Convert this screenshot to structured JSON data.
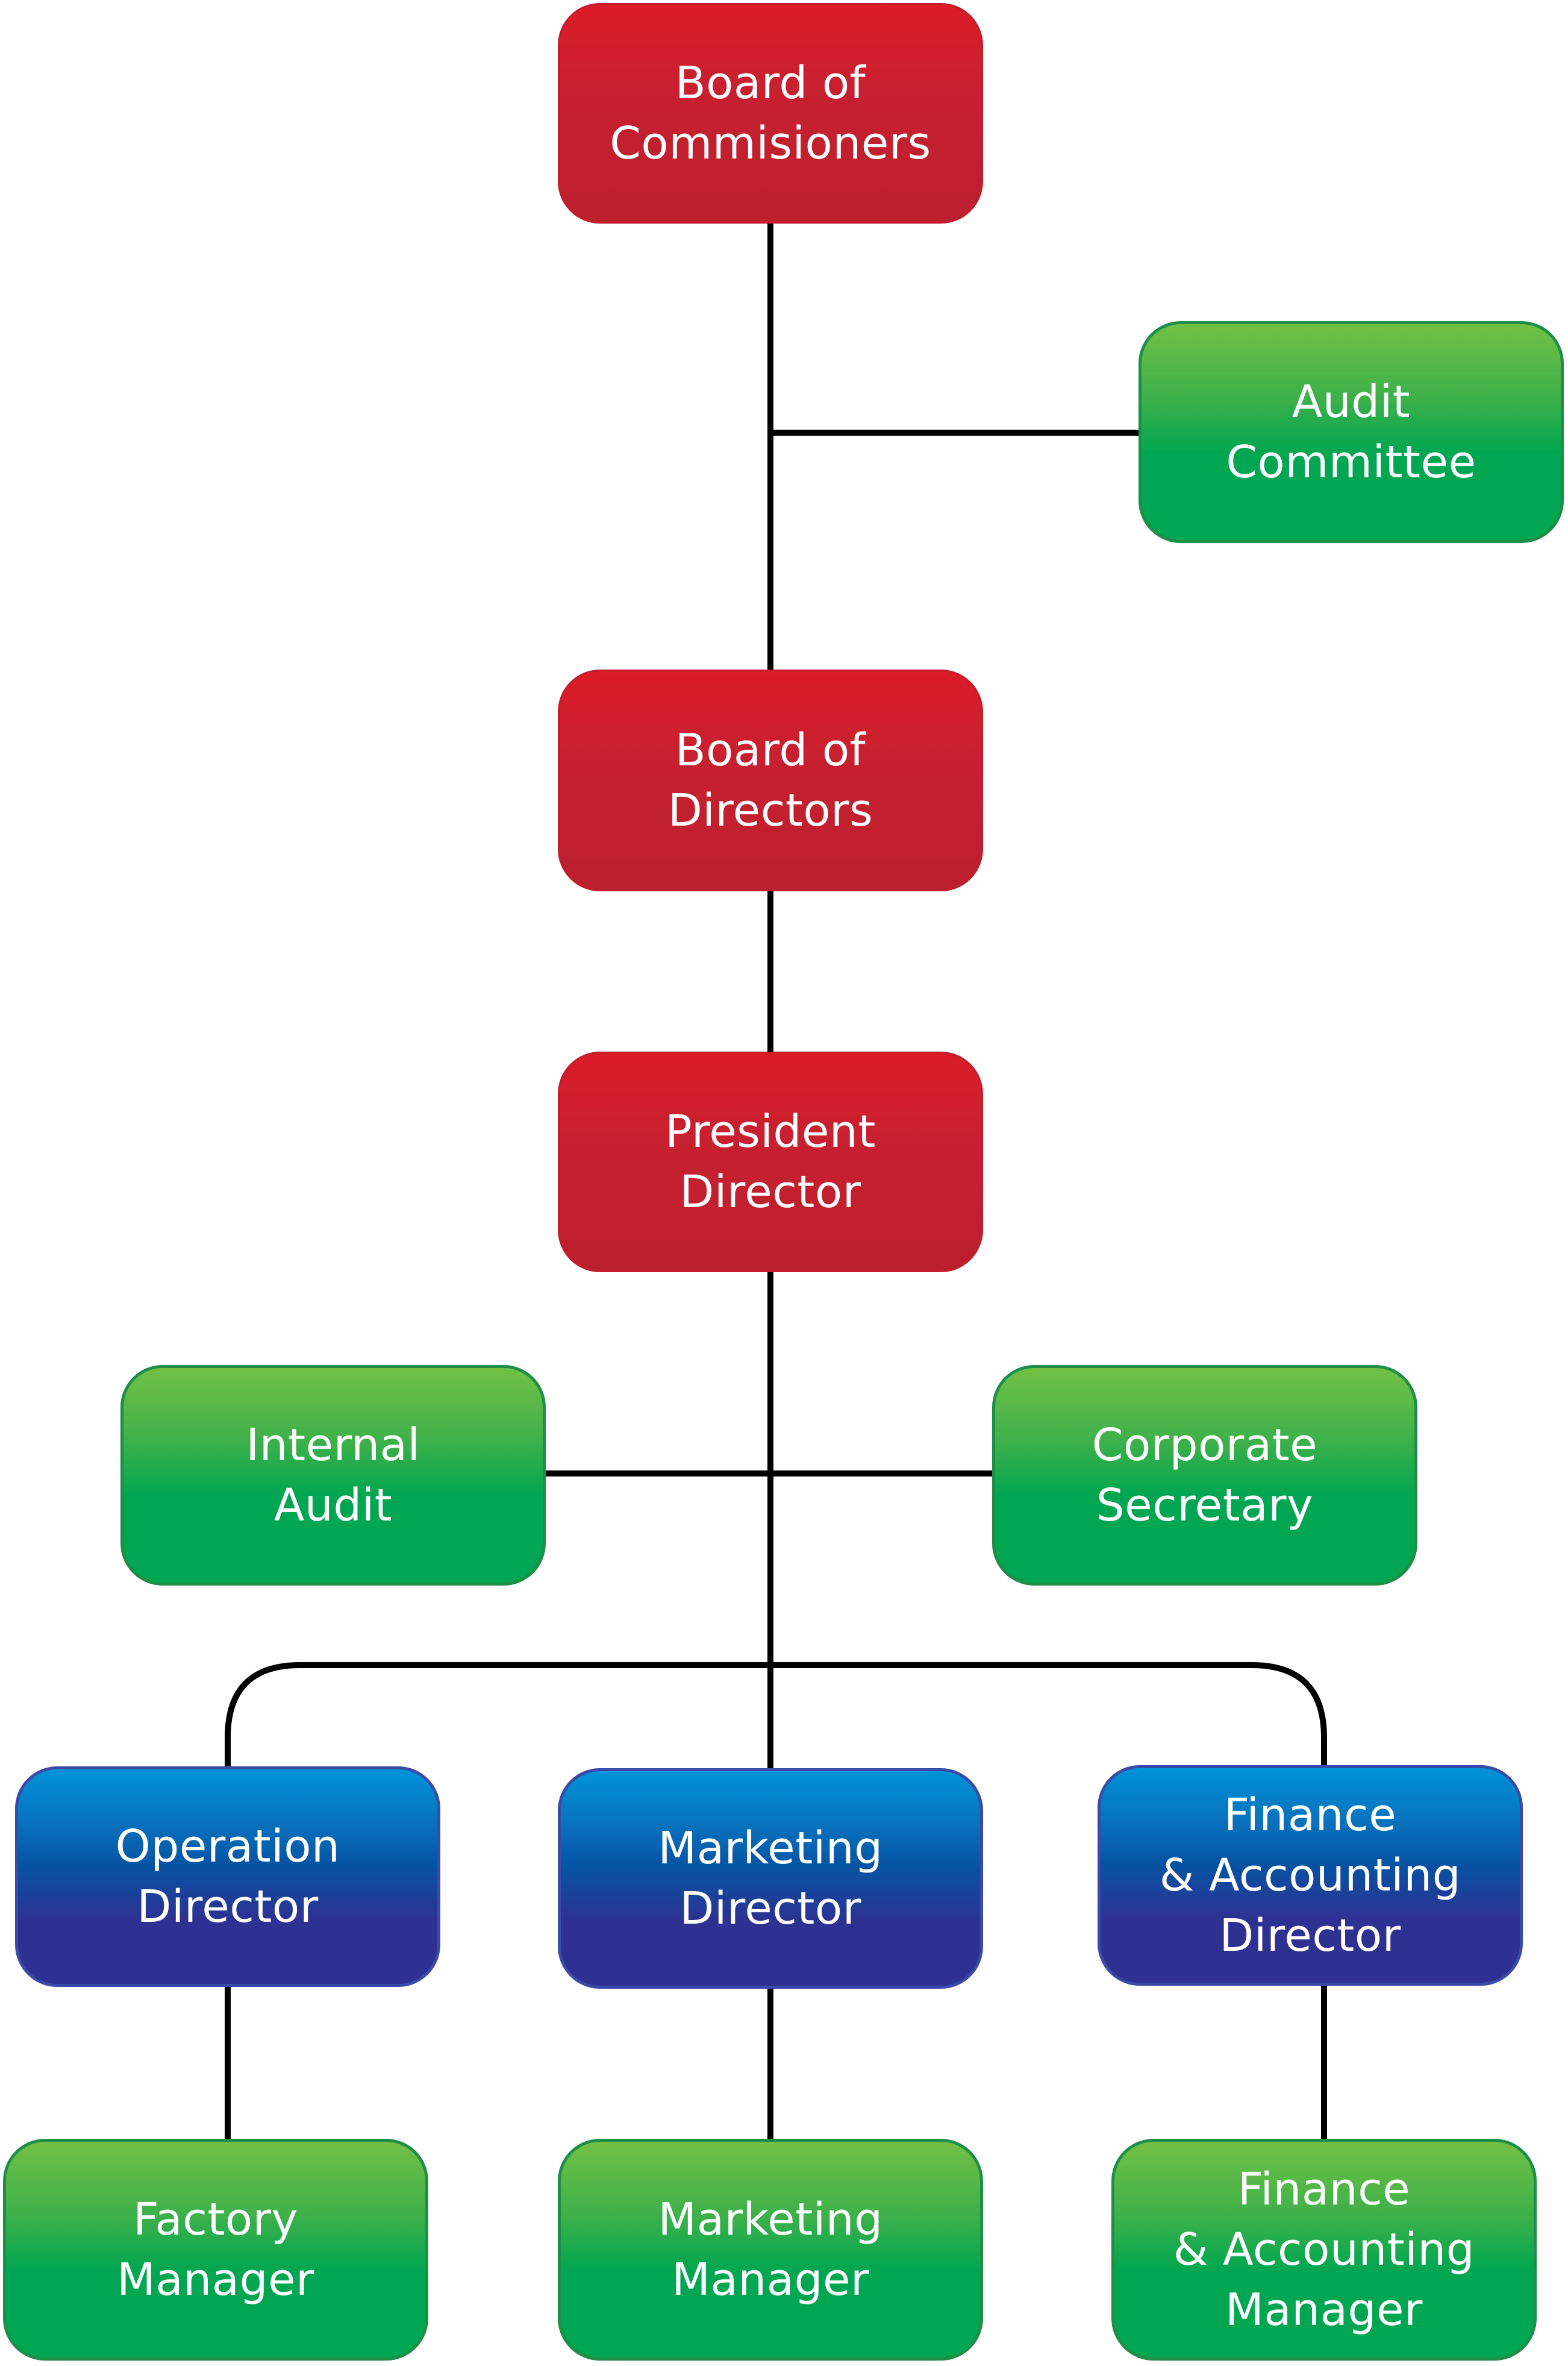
{
  "diagram": {
    "type": "org-chart",
    "colors": {
      "governance": "#c21f2f",
      "support": "#00a651",
      "director": "#2e3192",
      "connector": "#000000"
    },
    "nodes": [
      {
        "id": "board-of-commisioners",
        "label": "Board of\nCommisioners",
        "style": "red"
      },
      {
        "id": "audit-committee",
        "label": "Audit\nCommittee",
        "style": "green"
      },
      {
        "id": "board-of-directors",
        "label": "Board of\nDirectors",
        "style": "red"
      },
      {
        "id": "president-director",
        "label": "President\nDirector",
        "style": "red"
      },
      {
        "id": "internal-audit",
        "label": "Internal\nAudit",
        "style": "green"
      },
      {
        "id": "corporate-secretary",
        "label": "Corporate\nSecretary",
        "style": "green"
      },
      {
        "id": "operation-director",
        "label": "Operation\nDirector",
        "style": "blue"
      },
      {
        "id": "marketing-director",
        "label": "Marketing\nDirector",
        "style": "blue"
      },
      {
        "id": "finance-accounting-director",
        "label": "Finance\n& Accounting\nDirector",
        "style": "blue"
      },
      {
        "id": "factory-manager",
        "label": "Factory\nManager",
        "style": "green"
      },
      {
        "id": "marketing-manager",
        "label": "Marketing\nManager",
        "style": "green"
      },
      {
        "id": "finance-accounting-manager",
        "label": "Finance\n& Accounting\nManager",
        "style": "green"
      }
    ],
    "edges": [
      {
        "from": "board-of-commisioners",
        "to": "board-of-directors"
      },
      {
        "from": "board-of-commisioners",
        "to": "audit-committee"
      },
      {
        "from": "board-of-directors",
        "to": "president-director"
      },
      {
        "from": "president-director",
        "to": "internal-audit"
      },
      {
        "from": "president-director",
        "to": "corporate-secretary"
      },
      {
        "from": "president-director",
        "to": "operation-director"
      },
      {
        "from": "president-director",
        "to": "marketing-director"
      },
      {
        "from": "president-director",
        "to": "finance-accounting-director"
      },
      {
        "from": "operation-director",
        "to": "factory-manager"
      },
      {
        "from": "marketing-director",
        "to": "marketing-manager"
      },
      {
        "from": "finance-accounting-director",
        "to": "finance-accounting-manager"
      }
    ]
  }
}
